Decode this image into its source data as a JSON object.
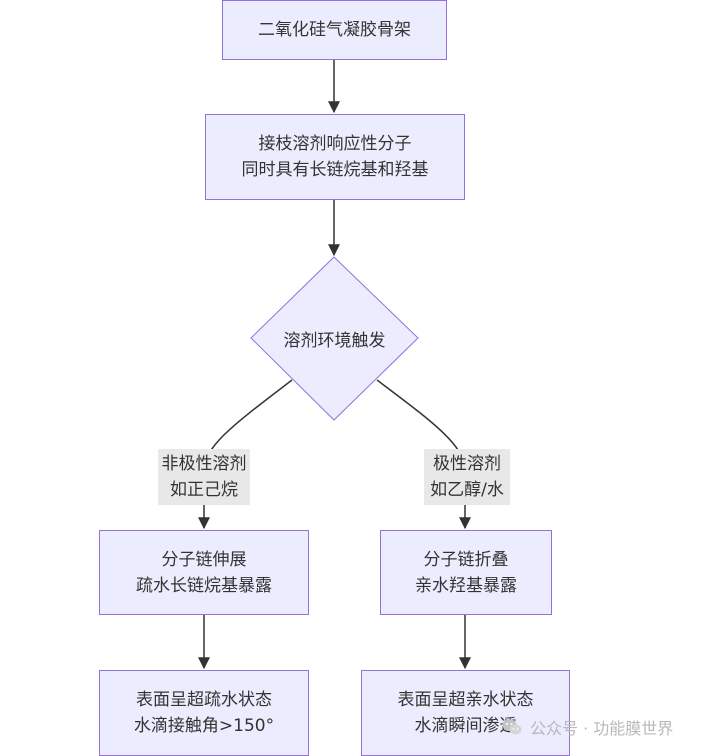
{
  "nodes": {
    "silica": {
      "lines": [
        "二氧化硅气凝胶骨架"
      ]
    },
    "graft": {
      "lines": [
        "接枝溶剂响应性分子",
        "同时具有长链烷基和羟基"
      ]
    },
    "trigger": {
      "lines": [
        "溶剂环境触发"
      ]
    },
    "stretch": {
      "lines": [
        "分子链伸展",
        "疏水长链烷基暴露"
      ]
    },
    "fold": {
      "lines": [
        "分子链折叠",
        "亲水羟基暴露"
      ]
    },
    "hydrophobic": {
      "lines": [
        "表面呈超疏水状态",
        "水滴接触角>150°"
      ]
    },
    "hydrophilic": {
      "lines": [
        "表面呈超亲水状态",
        "水滴瞬间渗透"
      ]
    }
  },
  "edge_labels": {
    "nonpolar": {
      "lines": [
        "非极性溶剂",
        "如正己烷"
      ]
    },
    "polar": {
      "lines": [
        "极性溶剂",
        "如乙醇/水"
      ]
    }
  },
  "watermark": {
    "icon": "wechat-icon",
    "text": "公众号 · 功能膜世界"
  },
  "colors": {
    "node_fill": "#ECECFF",
    "node_border": "#9370DB",
    "edge": "#333333",
    "edge_label_bg": "#E8E8E8",
    "text": "#333333",
    "watermark": "#b8b8b8"
  }
}
